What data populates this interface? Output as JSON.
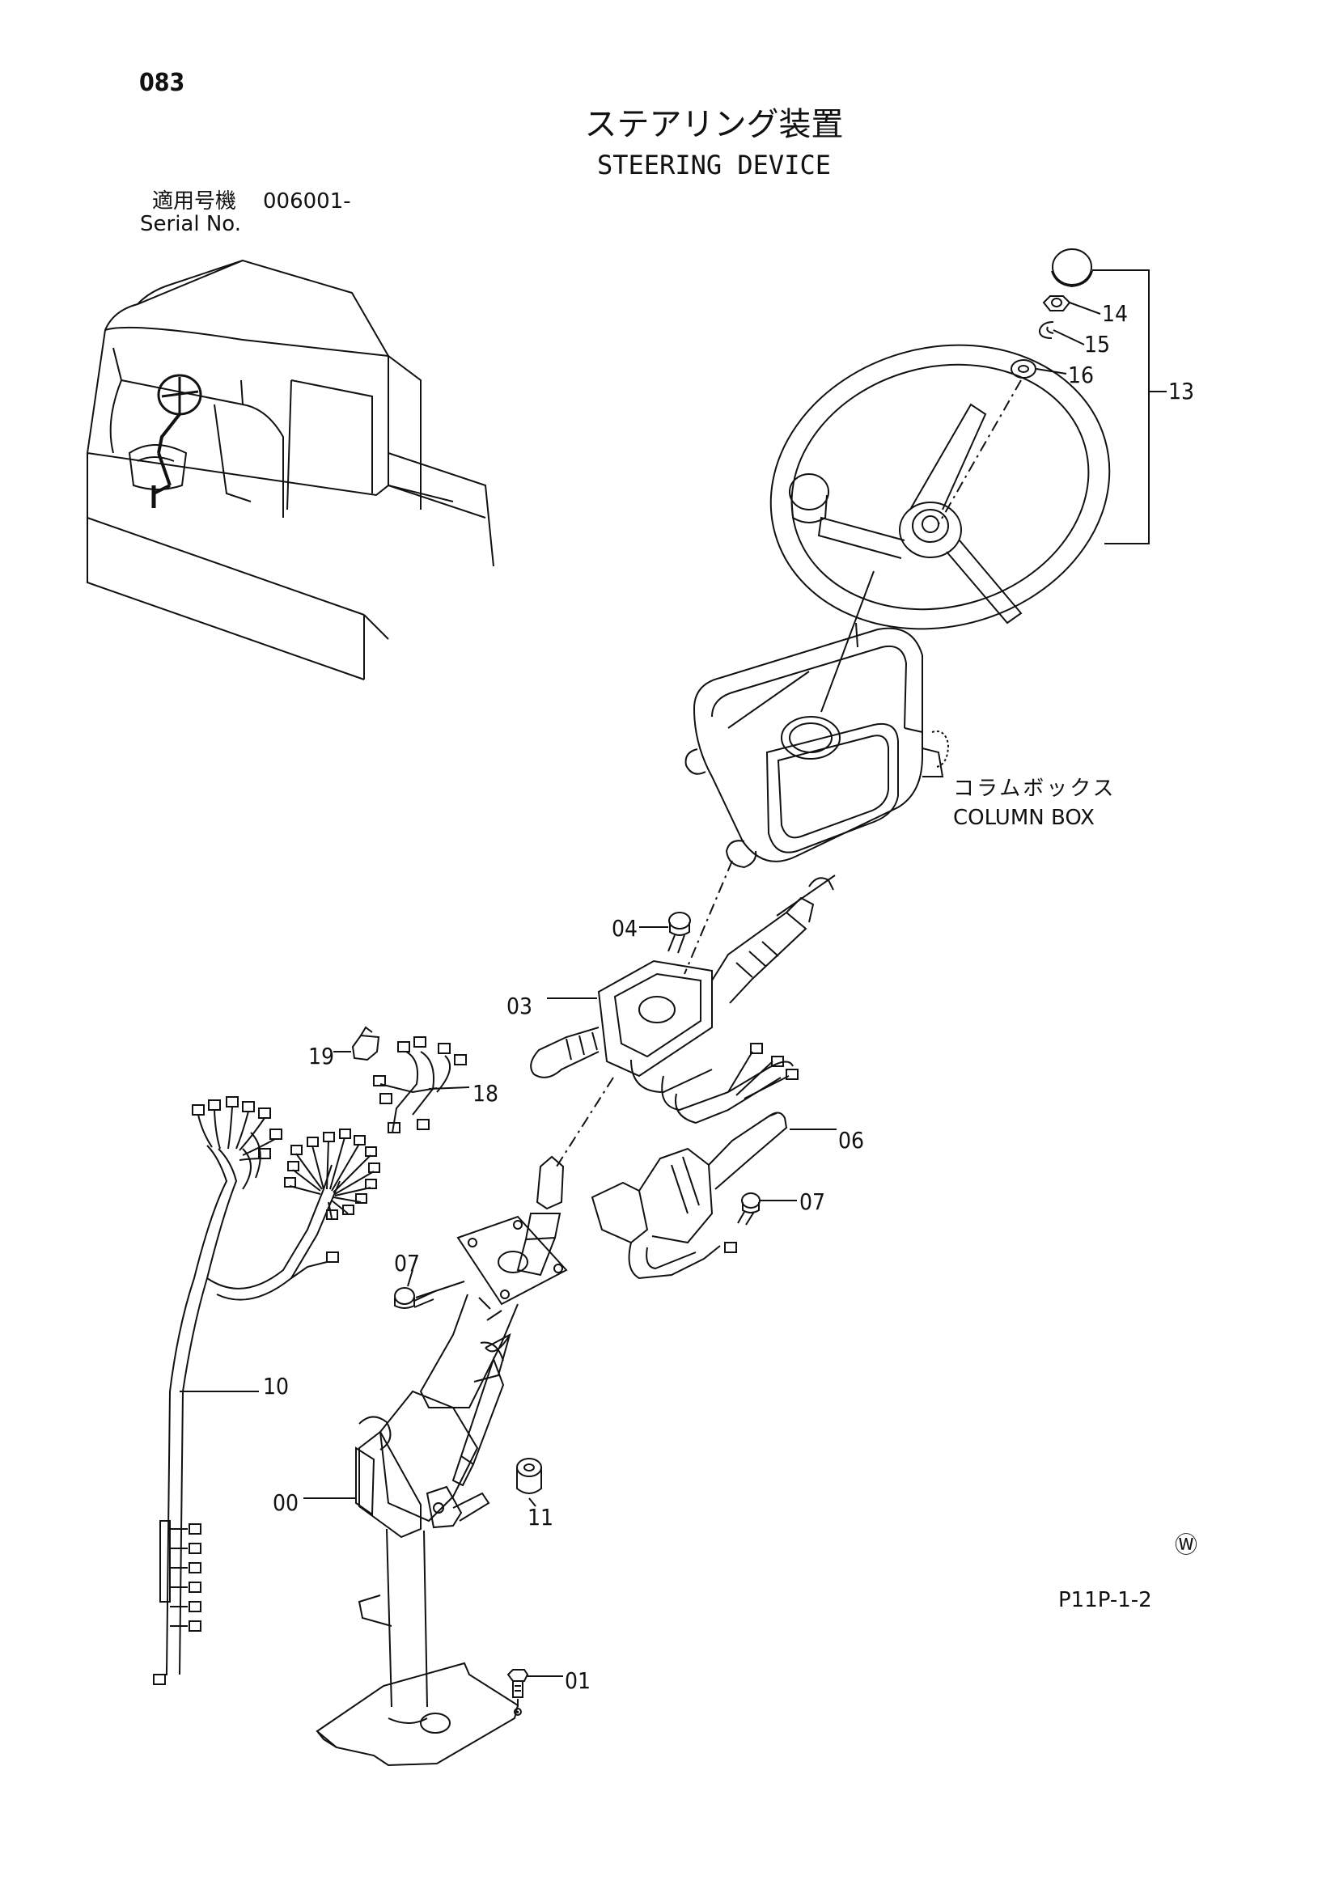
{
  "page_number": "083",
  "title_jp": "ステアリング装置",
  "title_en": "STEERING DEVICE",
  "serial": {
    "label_jp": "適用号機",
    "label_en": "Serial No.",
    "value": "006001-"
  },
  "column_box": {
    "label_jp": "コラムボックス",
    "label_en": "COLUMN BOX"
  },
  "part_labels": {
    "p00": "00",
    "p01": "01",
    "p03": "03",
    "p04": "04",
    "p06": "06",
    "p07a": "07",
    "p07b": "07",
    "p10": "10",
    "p11": "11",
    "p13": "13",
    "p14": "14",
    "p15": "15",
    "p16": "16",
    "p18": "18",
    "p19": "19"
  },
  "watermark": "Ⓦ",
  "page_code": "P11P-1-2"
}
